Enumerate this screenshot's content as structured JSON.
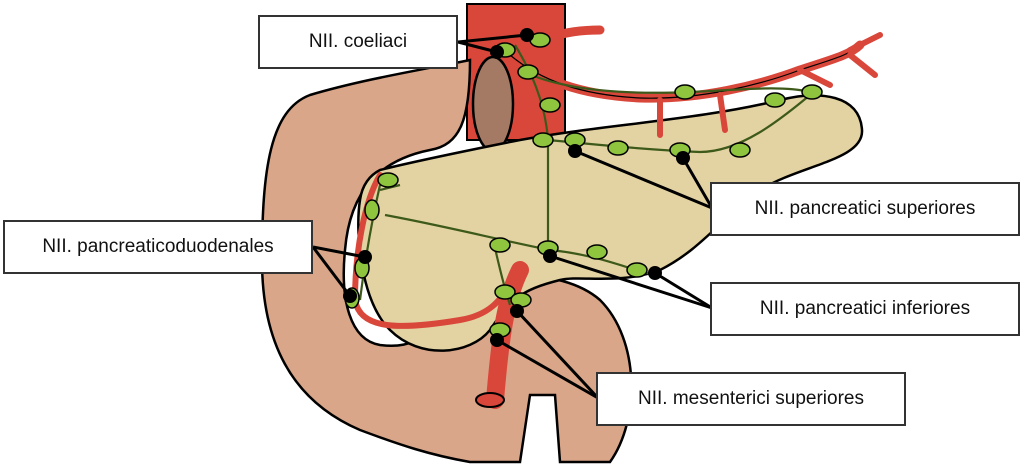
{
  "labels": {
    "coeliaci": "NII. coeliaci",
    "pancreaticoduodenales": "NII. pancreaticoduodenales",
    "pancreatici_superiores": "NII. pancreatici superiores",
    "pancreatici_inferiores": "NII. pancreatici inferiores",
    "mesenterici_superiores": "NII. mesenterici superiores"
  },
  "colors": {
    "duodenum": "#d9a689",
    "pancreas": "#e3d3a3",
    "artery": "#d9473b",
    "lymph_node": "#8ec43e",
    "lymph_vessel": "#3d5a1a",
    "pointer": "#000000",
    "outline": "#000000"
  }
}
